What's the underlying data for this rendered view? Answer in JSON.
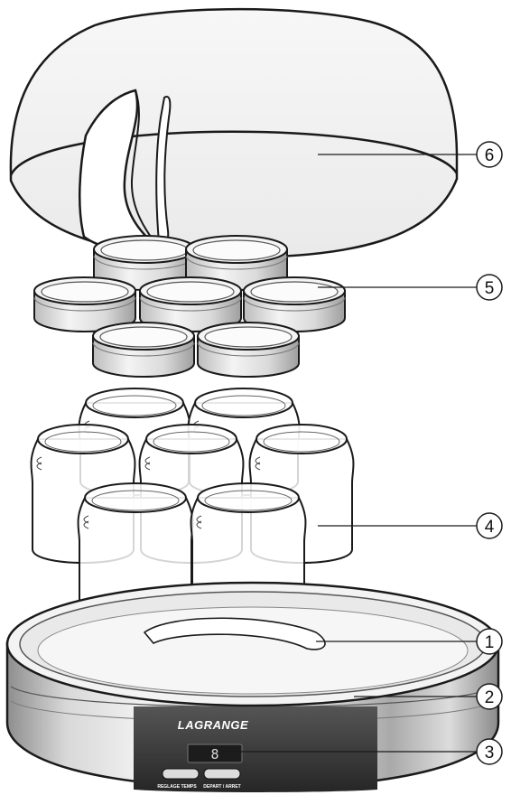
{
  "callouts": [
    {
      "number": "6",
      "part": "lid"
    },
    {
      "number": "5",
      "part": "jar-caps"
    },
    {
      "number": "4",
      "part": "glass-jars"
    },
    {
      "number": "1",
      "part": "heating-tray"
    },
    {
      "number": "2",
      "part": "base"
    },
    {
      "number": "3",
      "part": "display"
    }
  ],
  "base": {
    "brand": "LAGRANGE",
    "display_digit": "8",
    "button_left_label": "REGLAGE TEMPS",
    "button_right_label": "DEPART / ARRET"
  },
  "colors": {
    "line": "#1a1a1a",
    "panel": "#3a3a3a",
    "steel_light": "#e6e6e6",
    "steel_dark": "#9a9a9a"
  }
}
